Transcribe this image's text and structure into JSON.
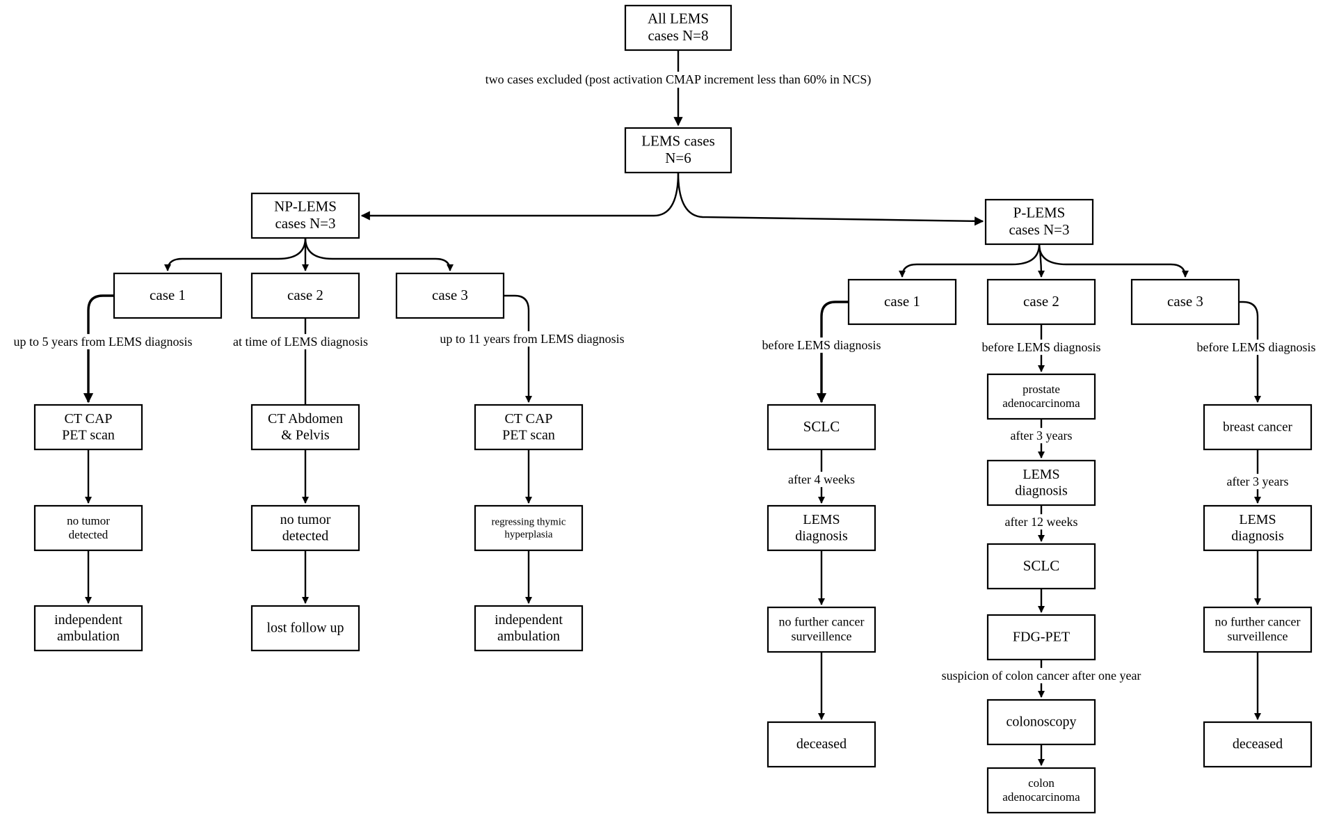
{
  "nodes": {
    "all_lems": [
      "All LEMS",
      "cases N=8"
    ],
    "lems_cases": [
      "LEMS cases",
      "N=6"
    ],
    "np_lems": [
      "NP-LEMS",
      "cases N=3"
    ],
    "p_lems": [
      "P-LEMS",
      "cases N=3"
    ],
    "np_case1": [
      "case 1"
    ],
    "np_case2": [
      "case 2"
    ],
    "np_case3": [
      "case 3"
    ],
    "np1_scan": [
      "CT CAP",
      "PET scan"
    ],
    "np1_result": [
      "no tumor",
      "detected"
    ],
    "np1_outcome": [
      "independent",
      "ambulation"
    ],
    "np2_scan": [
      "CT Abdomen",
      "& Pelvis"
    ],
    "np2_result": [
      "no tumor",
      "detected"
    ],
    "np2_outcome": [
      "lost follow up"
    ],
    "np3_scan": [
      "CT CAP",
      "PET scan"
    ],
    "np3_result": [
      "regressing thymic",
      "hyperplasia"
    ],
    "np3_outcome": [
      "independent",
      "ambulation"
    ],
    "p_case1": [
      "case 1"
    ],
    "p_case2": [
      "case 2"
    ],
    "p_case3": [
      "case 3"
    ],
    "p1_sclc": [
      "SCLC"
    ],
    "p1_lems": [
      "LEMS",
      "diagnosis"
    ],
    "p1_surv": [
      "no further cancer",
      "surveillence"
    ],
    "p1_outcome": [
      "deceased"
    ],
    "p2_prostate": [
      "prostate",
      "adenocarcinoma"
    ],
    "p2_lems": [
      "LEMS",
      "diagnosis"
    ],
    "p2_sclc": [
      "SCLC"
    ],
    "p2_fdg": [
      "FDG-PET"
    ],
    "p2_colonoscopy": [
      "colonoscopy"
    ],
    "p2_colon": [
      "colon",
      "adenocarcinoma"
    ],
    "p3_breast": [
      "breast cancer"
    ],
    "p3_lems": [
      "LEMS",
      "diagnosis"
    ],
    "p3_surv": [
      "no further cancer",
      "surveillence"
    ],
    "p3_outcome": [
      "deceased"
    ]
  },
  "edge_labels": {
    "excluded": "two cases excluded (post activation CMAP increment less than 60% in NCS)",
    "np1_time": "up to 5 years from LEMS diagnosis",
    "np2_time": "at time of LEMS diagnosis",
    "np3_time": "up to 11 years from  LEMS diagnosis",
    "p1_time": "before LEMS diagnosis",
    "p2_time": "before LEMS diagnosis",
    "p3_time": "before LEMS diagnosis",
    "p1_after": "after 4 weeks",
    "p2_after1": "after 3 years",
    "p2_after2": "after 12 weeks",
    "p2_suspicion": "suspicion of colon cancer after one year",
    "p3_after": "after 3 years"
  }
}
